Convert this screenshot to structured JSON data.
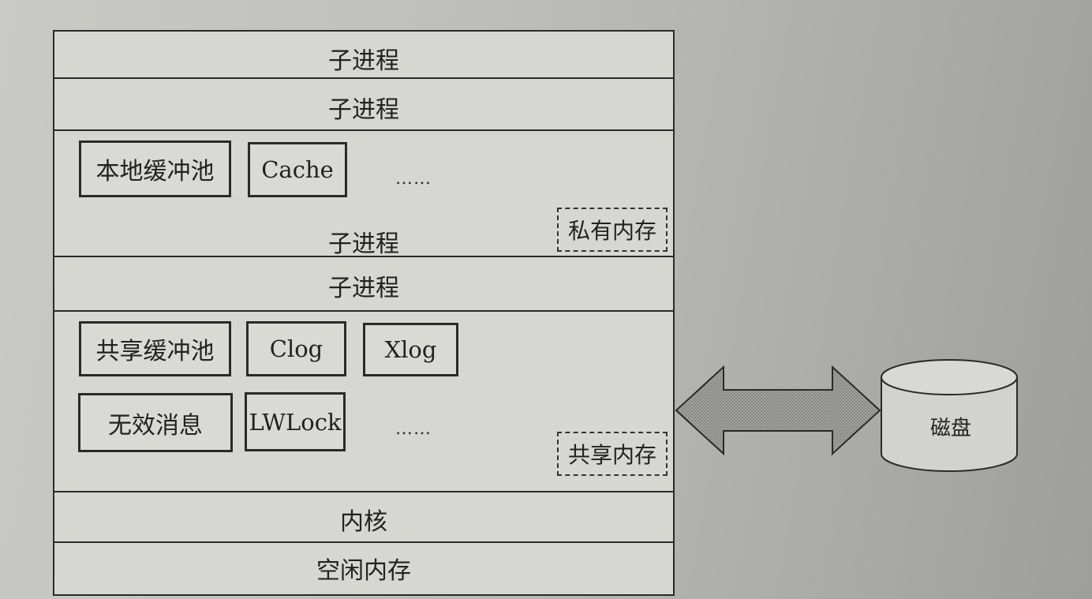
{
  "stack": {
    "rows": [
      {
        "label": "子进程"
      },
      {
        "label": "子进程"
      },
      {
        "label": "子进程",
        "boxes": [
          "本地缓冲池",
          "Cache"
        ],
        "ellipsis": "……",
        "tag": "私有内存"
      },
      {
        "label": "子进程"
      },
      {
        "boxes_row1": [
          "共享缓冲池",
          "Clog",
          "Xlog"
        ],
        "boxes_row2": [
          "无效消息",
          "LWLock"
        ],
        "ellipsis": "……",
        "tag": "共享内存"
      },
      {
        "label": "内核"
      },
      {
        "label": "空闲内存"
      }
    ]
  },
  "disk": {
    "label": "磁盘"
  },
  "colors": {
    "line": "#2a2a2a",
    "arrow_fill": "#9a9a98"
  }
}
